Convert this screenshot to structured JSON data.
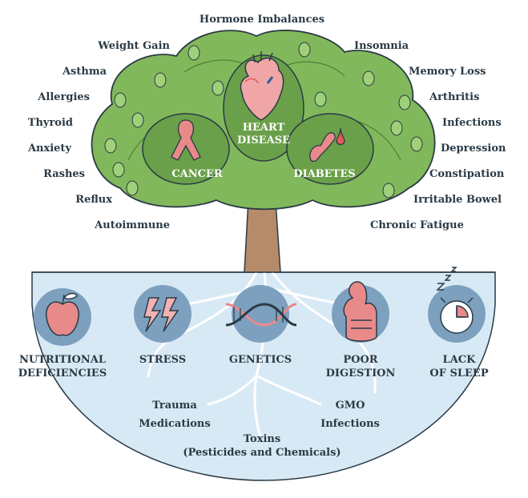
{
  "symptoms_left": [
    "Weight Gain",
    "Asthma",
    "Allergies",
    "Thyroid",
    "Anxiety",
    "Rashes",
    "Reflux",
    "Autoimmune"
  ],
  "symptoms_top": "Hormone Imbalances",
  "symptoms_right": [
    "Insomnia",
    "Memory Loss",
    "Arthritis",
    "Infections",
    "Depression",
    "Constipation",
    "Irritable Bowel",
    "Chronic Fatigue"
  ],
  "diseases": {
    "heart_1": "HEART",
    "heart_2": "DISEASE",
    "cancer": "CANCER",
    "diabetes": "DIABETES"
  },
  "roots": [
    {
      "line1": "NUTRITIONAL",
      "line2": "DEFICIENCIES",
      "icon": "apple-icon"
    },
    {
      "line1": "STRESS",
      "line2": "",
      "icon": "lightning-icon"
    },
    {
      "line1": "GENETICS",
      "line2": "",
      "icon": "dna-icon"
    },
    {
      "line1": "POOR",
      "line2": "DIGESTION",
      "icon": "stomach-icon"
    },
    {
      "line1": "LACK",
      "line2": "OF SLEEP",
      "icon": "alarm-clock-icon"
    }
  ],
  "underground": {
    "trauma": "Trauma",
    "medications": "Medications",
    "gmo": "GMO",
    "infections": "Infections",
    "toxins_1": "Toxins",
    "toxins_2": "(Pesticides and Chemicals)"
  },
  "colors": {
    "leaf": "#7fb45a",
    "leaf_dark": "#4e7f34",
    "trunk": "#b48a6a",
    "ground": "#d6e8f5",
    "icon_circle": "#7d9fbd",
    "text": "#2a3a45",
    "pink": "#e88a8a"
  }
}
